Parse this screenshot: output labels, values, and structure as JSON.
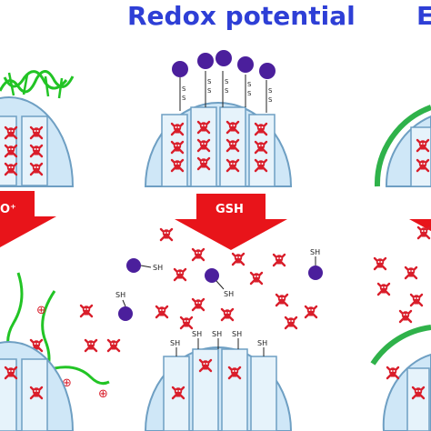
{
  "title_middle": "Redox potential",
  "title_right_fragment": "E",
  "arrow_left_label": "O⁺",
  "arrow_middle_label": "GSH",
  "thiol_label": "SH",
  "disulfide_label": "S",
  "charge_symbol": "⊕",
  "colors": {
    "title": "#2e3fd6",
    "dome_fill": "#cfe7f7",
    "dome_stroke": "#6e9fc3",
    "arrow": "#e8141a",
    "drug": "#d91e2b",
    "polymer": "#22c425",
    "cap_sphere": "#4b1f9c",
    "shell": "#2fb24a"
  }
}
